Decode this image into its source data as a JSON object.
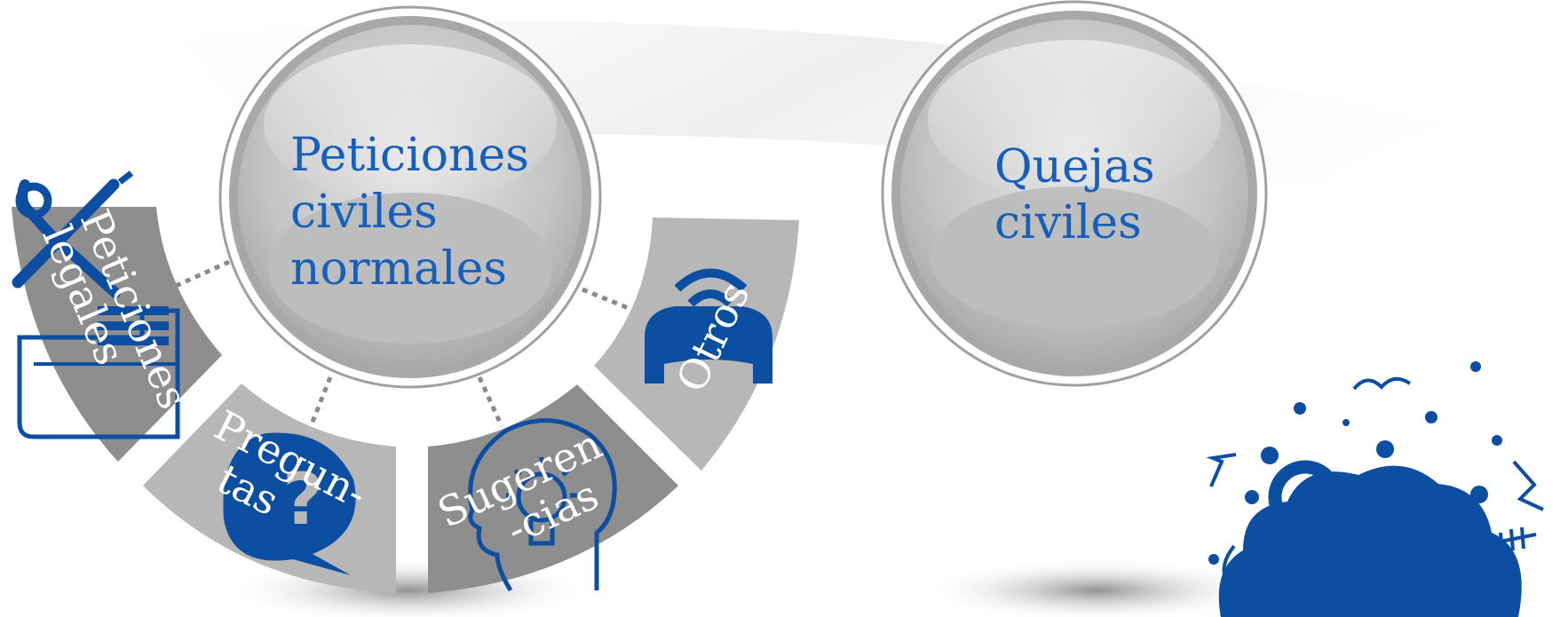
{
  "main_circle": {
    "lines": [
      "Peticiones",
      "civiles",
      "normales"
    ]
  },
  "segments": [
    {
      "id": "legales",
      "lines": [
        "Peticiones",
        "legales"
      ]
    },
    {
      "id": "preguntas",
      "lines": [
        "Pregun-",
        "tas"
      ]
    },
    {
      "id": "sugerencias",
      "lines": [
        "Sugeren",
        "-cias"
      ]
    },
    {
      "id": "otros",
      "lines": [
        "Otros"
      ]
    }
  ],
  "secondary_circle": {
    "lines": [
      "Quejas",
      "civiles"
    ]
  },
  "colors": {
    "accent_blue": "#0b4ea2",
    "label_blue": "#1560bd",
    "segment_light": "#b7b7b7",
    "segment_dark": "#8e8e8e",
    "circle_fill": "#c9c9c9",
    "connector": "#8a8a8a"
  },
  "icons": [
    "tools-folder-icon",
    "question-bubble-icon",
    "lightbulb-head-icon",
    "phone-waves-icon",
    "doodle-cloud-icon"
  ]
}
